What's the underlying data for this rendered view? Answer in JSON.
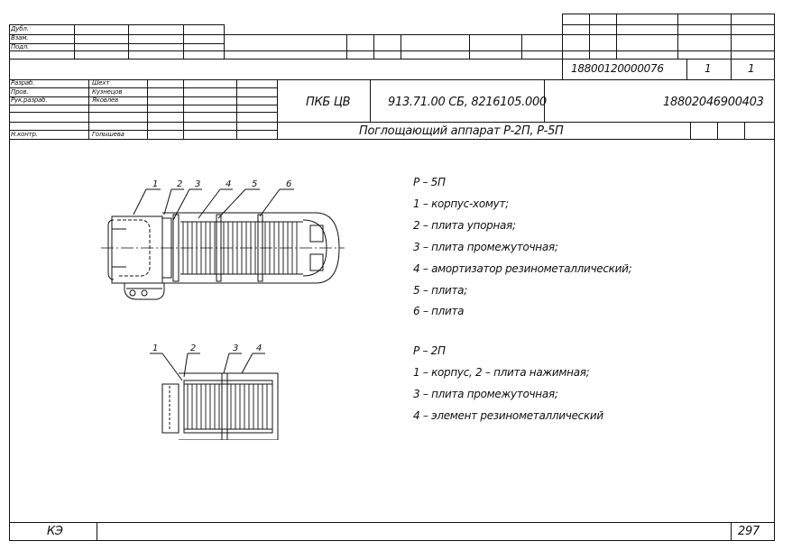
{
  "left_stamp": {
    "rows": [
      "Дубл.",
      "Взам.",
      "Подл."
    ]
  },
  "doc_code": "18800120000076",
  "sheet_number": "1",
  "sheet_total": "1",
  "roles": [
    {
      "role": "Разраб.",
      "name": "Шехт"
    },
    {
      "role": "Пров.",
      "name": "Кузнецов"
    },
    {
      "role": "Рук.разраб.",
      "name": "Яковлев"
    },
    {
      "role": "",
      "name": ""
    },
    {
      "role": "Н.контр.",
      "name": "Голышева"
    }
  ],
  "organization": "ПКБ ЦВ",
  "designation": "913.71.00 СБ, 8216105.000",
  "title_code": "18802046900403",
  "drawing_title": "Поглощающий аппарат Р-2П, Р-5П",
  "legend_top": {
    "heading": "Р – 5П",
    "items": [
      "1 – корпус-хомут;",
      "2 – плита упорная;",
      "3 – плита промежуточная;",
      "4 – амортизатор резинометаллический;",
      "5 – плита;",
      "6 – плита"
    ]
  },
  "legend_bottom": {
    "heading": "Р – 2П",
    "items": [
      "1 – корпус, 2 – плита нажимная;",
      "3 – плита промежуточная;",
      "4 – элемент резинометаллический"
    ]
  },
  "drawing_top_callouts": [
    "1",
    "2",
    "3",
    "4",
    "5",
    "6"
  ],
  "drawing_bottom_callouts": [
    "1",
    "2",
    "3",
    "4"
  ],
  "footer": {
    "doc_type": "КЭ",
    "page": "297"
  }
}
